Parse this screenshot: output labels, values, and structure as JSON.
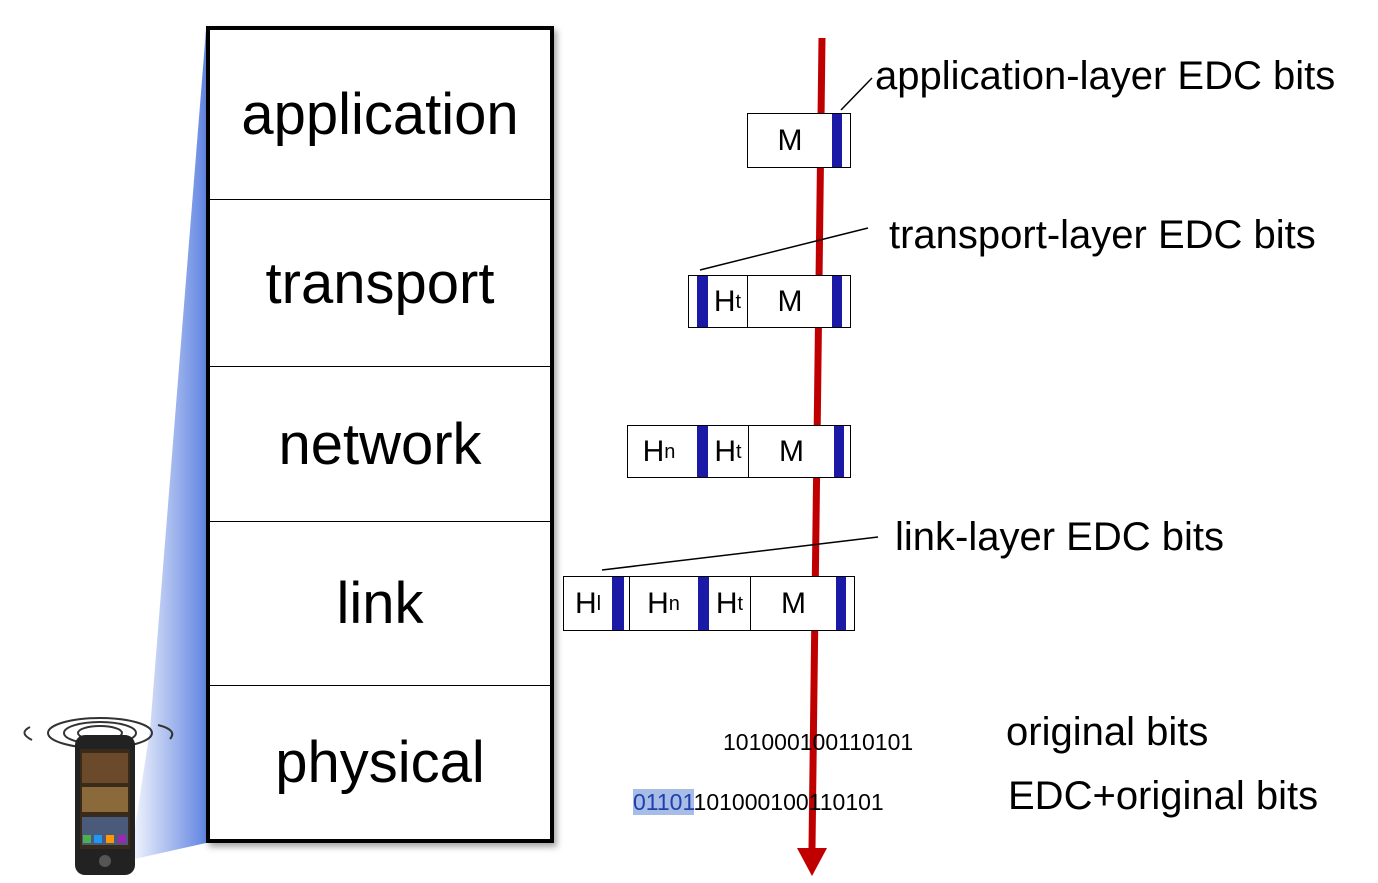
{
  "layers": [
    "application",
    "transport",
    "network",
    "link",
    "physical"
  ],
  "packets": {
    "application": {
      "m": "M"
    },
    "transport": {
      "ht": "H",
      "ht_sub": "t",
      "m": "M"
    },
    "network": {
      "hn": "H",
      "hn_sub": "n",
      "ht": "H",
      "ht_sub": "t",
      "m": "M"
    },
    "link": {
      "hl": "H",
      "hl_sub": "l",
      "hn": "H",
      "hn_sub": "n",
      "ht": "H",
      "ht_sub": "t",
      "m": "M"
    }
  },
  "labels": {
    "app_edc": "application-layer EDC bits",
    "transport_edc": "transport-layer EDC bits",
    "link_edc": "link-layer EDC bits",
    "original": "original bits",
    "edc_original": "EDC+original bits"
  },
  "bits": {
    "original": "101000100110101",
    "edc": "01101",
    "edc_original_rest": "101000100110101"
  },
  "colors": {
    "flow_arrow": "#c00000",
    "edc_block": "#1a1aa6",
    "edc_highlight": "#a8bde6",
    "phone_glow": "#5a7fe0"
  }
}
